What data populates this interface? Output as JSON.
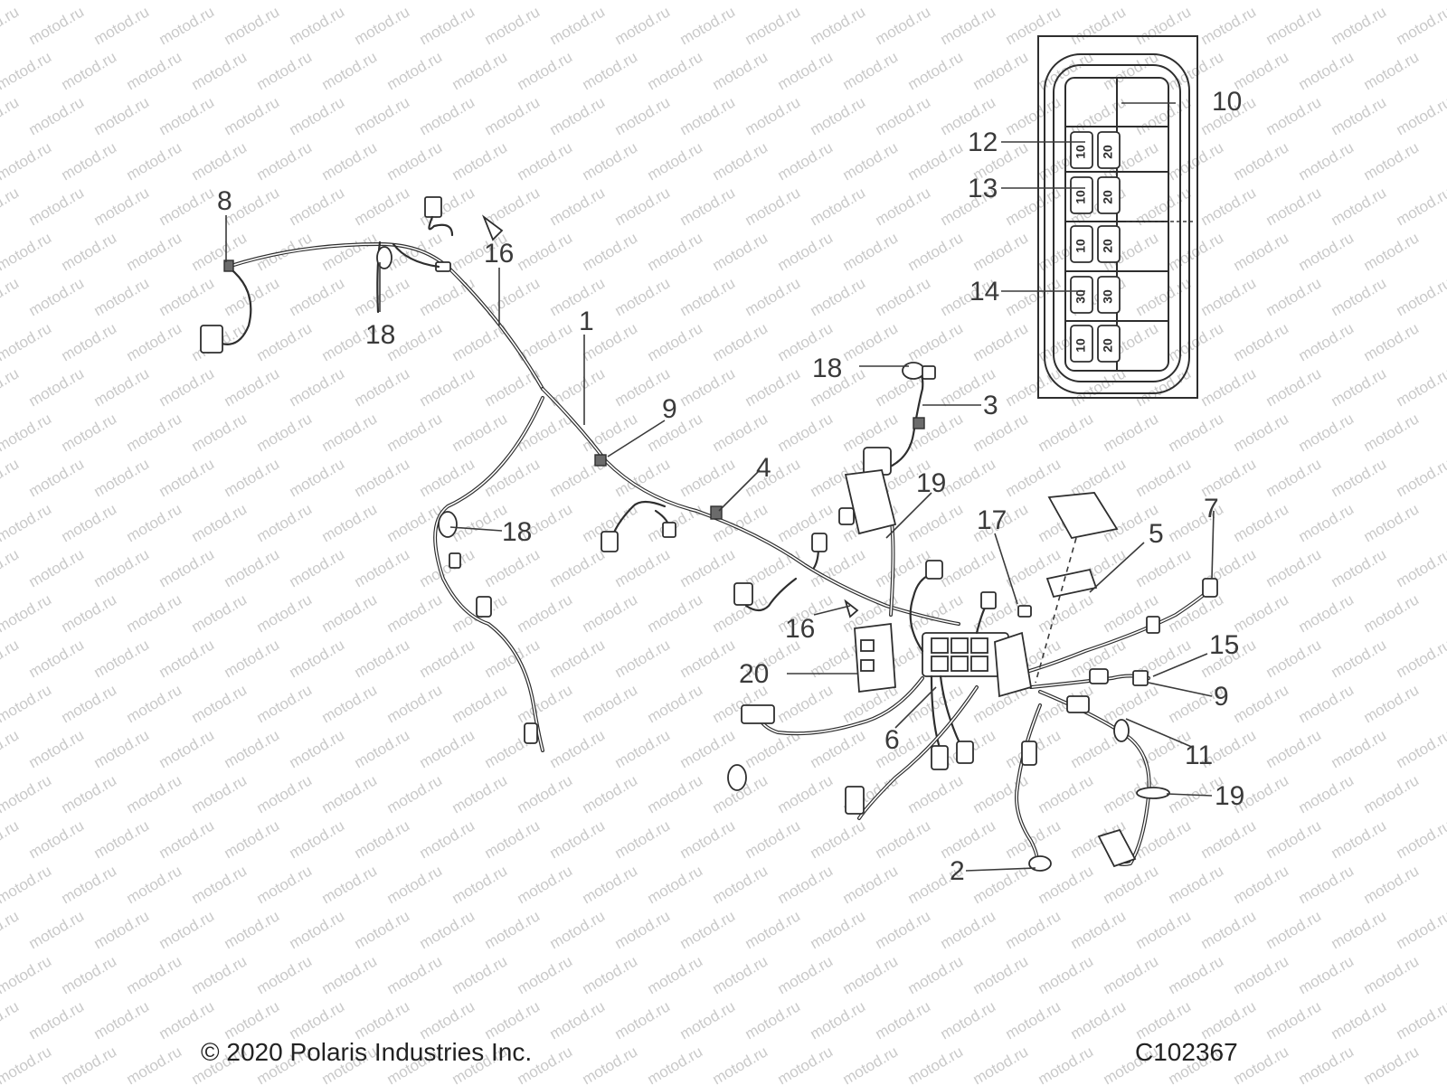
{
  "watermark": "motod.ru",
  "footer": {
    "copyright": "© 2020 Polaris Industries Inc.",
    "drawing_id": "C102367"
  },
  "callouts": [
    "1",
    "2",
    "3",
    "4",
    "5",
    "6",
    "7",
    "8",
    "9",
    "10",
    "11",
    "12",
    "13",
    "14",
    "15",
    "16",
    "17",
    "18",
    "19",
    "20"
  ],
  "fuse_box": {
    "fuse_ratings": [
      "10",
      "20",
      "10",
      "20",
      "10",
      "20",
      "30",
      "30",
      "10",
      "20"
    ]
  }
}
